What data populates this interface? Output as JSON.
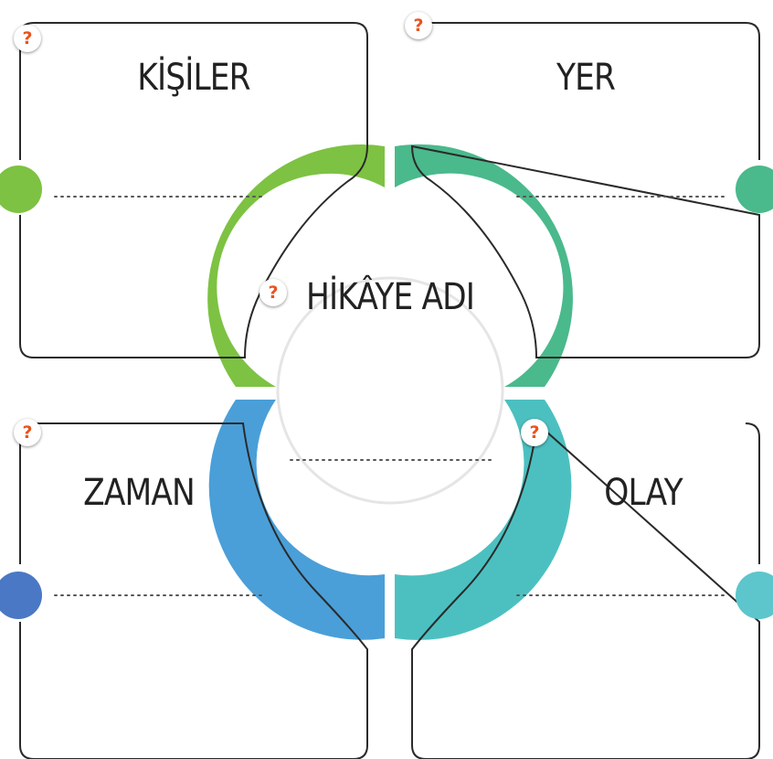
{
  "title": "HİKÂYE ADI",
  "help_glyph": "?",
  "quadrants": [
    {
      "key": "kisiler",
      "label": "KİŞİLER",
      "color": "#7dc242"
    },
    {
      "key": "yer",
      "label": "YER",
      "color": "#4ab98c"
    },
    {
      "key": "zaman",
      "label": "ZAMAN",
      "color": "#4a78c4"
    },
    {
      "key": "olay",
      "label": "OLAY",
      "color": "#5cc6cc"
    }
  ],
  "ring_colors": {
    "top_left": "#7dc242",
    "top_right": "#4ab98c",
    "bottom_left": "#4a9fd8",
    "bottom_right": "#4cc0c0"
  },
  "line_color": "#2a2a2a",
  "dots_color": "#555555"
}
